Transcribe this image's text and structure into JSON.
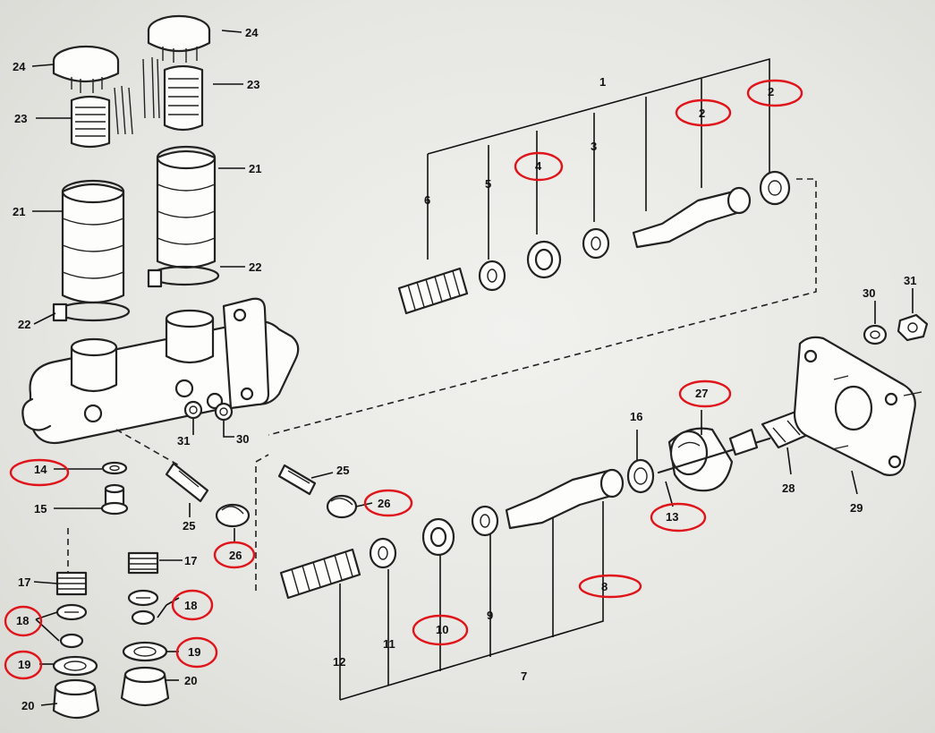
{
  "labels": {
    "l1": "1",
    "l2a": "2",
    "l2b": "2",
    "l3": "3",
    "l4": "4",
    "l5": "5",
    "l6": "6",
    "l7": "7",
    "l8": "8",
    "l9": "9",
    "l10": "10",
    "l11": "11",
    "l12": "12",
    "l13": "13",
    "l14": "14",
    "l15": "15",
    "l16": "16",
    "l17a": "17",
    "l17b": "17",
    "l18a": "18",
    "l18b": "18",
    "l19a": "19",
    "l19b": "19",
    "l20a": "20",
    "l20b": "20",
    "l21a": "21",
    "l21b": "21",
    "l22a": "22",
    "l22b": "22",
    "l23a": "23",
    "l23b": "23",
    "l24a": "24",
    "l24b": "24",
    "l25a": "25",
    "l25b": "25",
    "l26a": "26",
    "l26b": "26",
    "l27": "27",
    "l28": "28",
    "l29": "29",
    "l30a": "30",
    "l30b": "30",
    "l31a": "31",
    "l31b": "31"
  },
  "colors": {
    "line": "#222222",
    "highlight": "#e0141b",
    "paper": "#ececE8"
  }
}
